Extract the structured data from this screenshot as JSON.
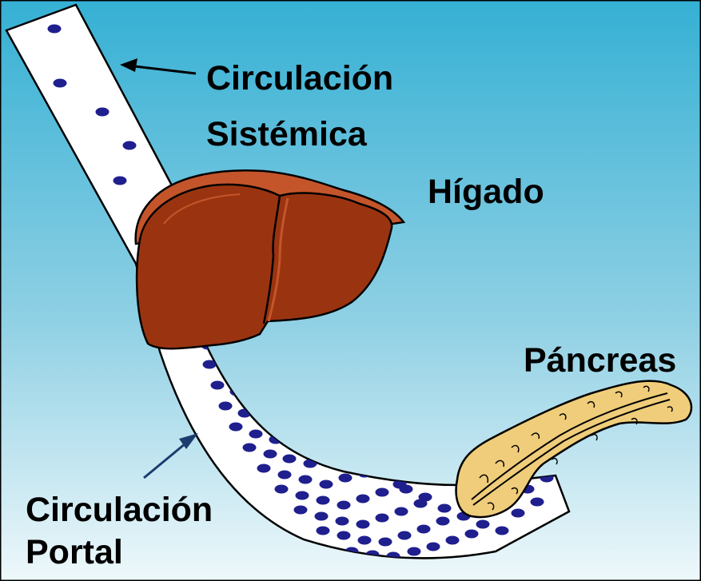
{
  "labels": {
    "systemic_line1": "Circulación",
    "systemic_line2": "Sistémica",
    "liver": "Hígado",
    "pancreas": "Páncreas",
    "portal_line1": "Circulación",
    "portal_line2": "Portal"
  },
  "colors": {
    "background_top": "#35b0d4",
    "background_bottom": "#eef8fb",
    "vessel": "#ffffff",
    "dot": "#1f1f8e",
    "liver": "#9a3410",
    "liver_rim": "#c4552b",
    "pancreas": "#f0cd7a",
    "portal_arrow": "#1b3c6e"
  }
}
